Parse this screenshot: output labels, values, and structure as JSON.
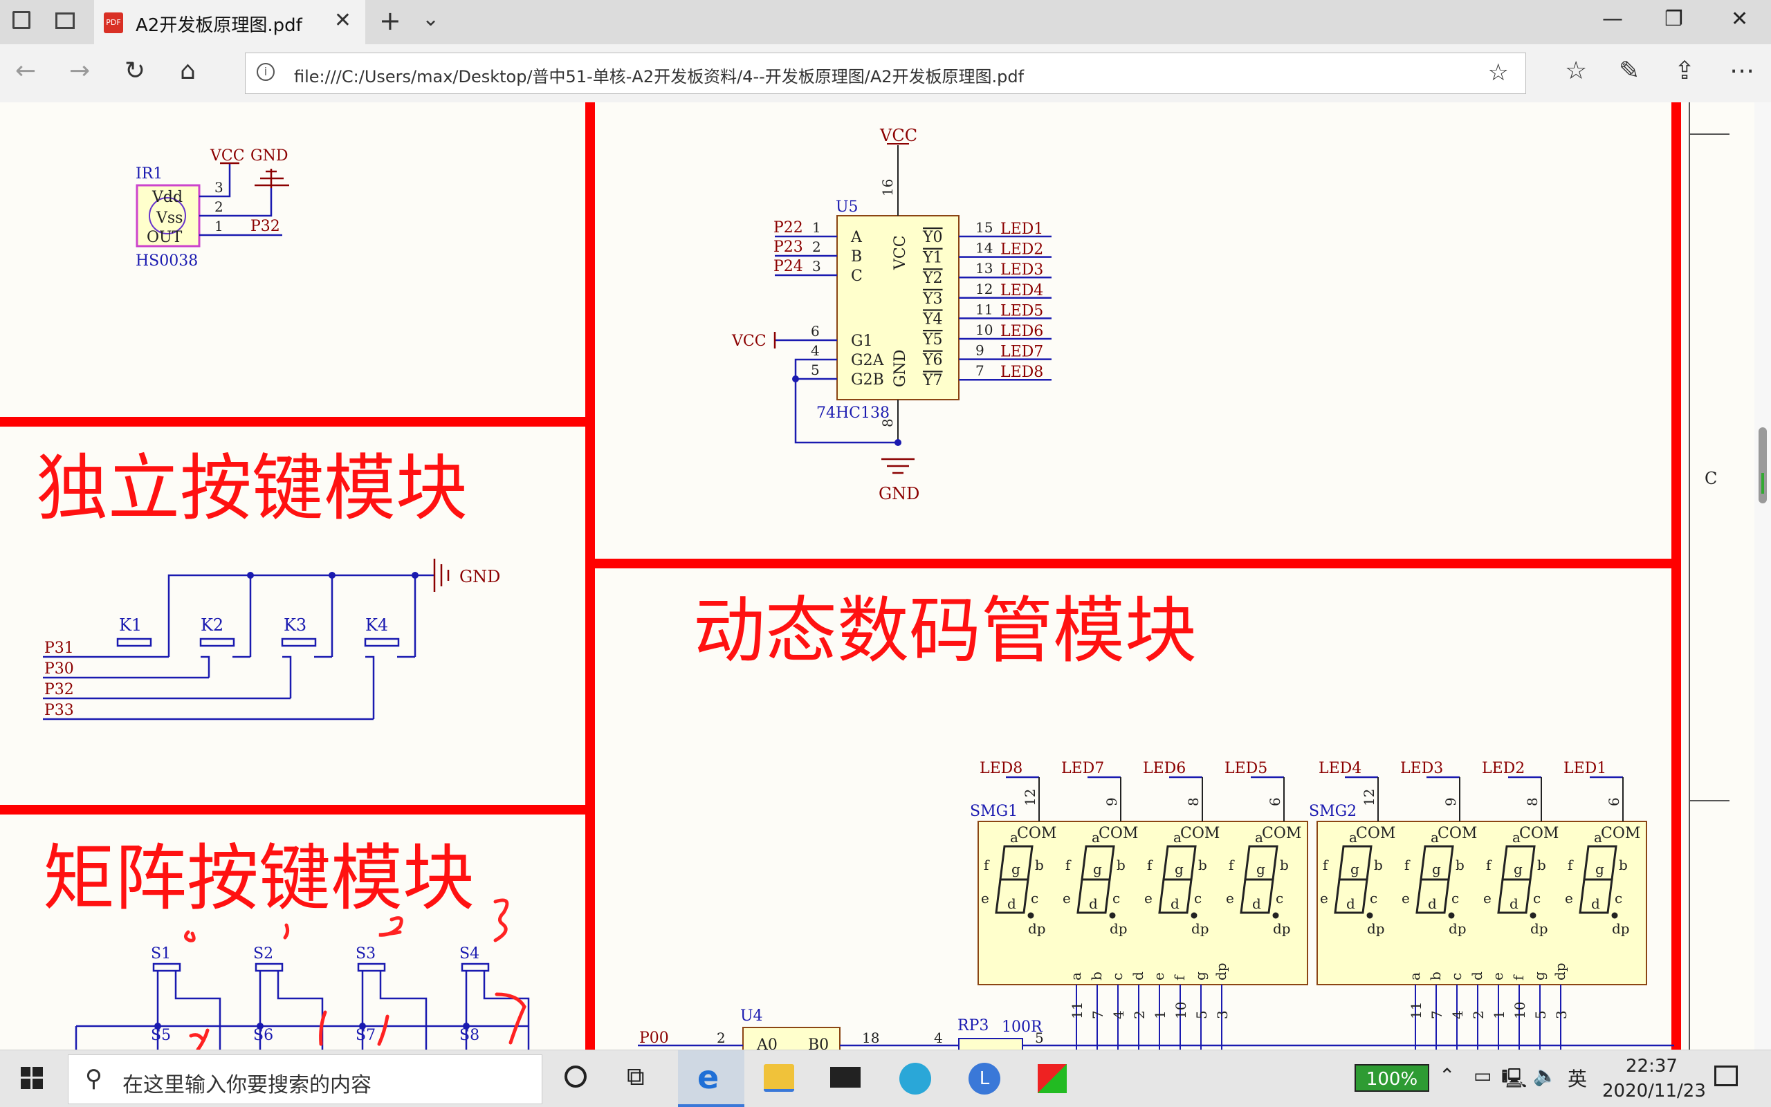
{
  "browser": {
    "tab_title": "A2开发板原理图.pdf",
    "url": "file:///C:/Users/max/Desktop/普中51-单核-A2开发板资料/4--开发板原理图/A2开发板原理图.pdf"
  },
  "schematic": {
    "headings": {
      "independent_keys": "独立按键模块",
      "matrix_keys": "矩阵按键模块",
      "dynamic_display": "动态数码管模块"
    },
    "ir": {
      "ref": "IR1",
      "part": "HS0038",
      "pins": [
        "Vdd",
        "Vss",
        "OUT"
      ],
      "pin_numbers": [
        "3",
        "2",
        "1"
      ],
      "vcc": "VCC",
      "gnd": "GND",
      "net": "P32"
    },
    "decoder": {
      "ref": "U5",
      "part": "74HC138",
      "vcc": "VCC",
      "gnd": "GND",
      "pin16": "16",
      "pin8": "8",
      "inputs": [
        {
          "net": "P22",
          "pin": "1",
          "name": "A"
        },
        {
          "net": "P23",
          "pin": "2",
          "name": "B"
        },
        {
          "net": "P24",
          "pin": "3",
          "name": "C"
        }
      ],
      "enables": [
        {
          "pin": "6",
          "name": "G1"
        },
        {
          "pin": "4",
          "name": "G2A"
        },
        {
          "pin": "5",
          "name": "G2B"
        }
      ],
      "vcc_in": "VCC",
      "vcc_label": "VCC",
      "gnd_label": "GND",
      "outputs": [
        {
          "name": "Y0",
          "pin": "15",
          "net": "LED1"
        },
        {
          "name": "Y1",
          "pin": "14",
          "net": "LED2"
        },
        {
          "name": "Y2",
          "pin": "13",
          "net": "LED3"
        },
        {
          "name": "Y3",
          "pin": "12",
          "net": "LED4"
        },
        {
          "name": "Y4",
          "pin": "11",
          "net": "LED5"
        },
        {
          "name": "Y5",
          "pin": "10",
          "net": "LED6"
        },
        {
          "name": "Y6",
          "pin": "9",
          "net": "LED7"
        },
        {
          "name": "Y7",
          "pin": "7",
          "net": "LED8"
        }
      ]
    },
    "keys": {
      "gnd": "GND",
      "switches": [
        "K1",
        "K2",
        "K3",
        "K4"
      ],
      "nets": [
        "P31",
        "P30",
        "P32",
        "P33"
      ]
    },
    "matrix": {
      "row1": [
        "S1",
        "S2",
        "S3",
        "S4"
      ],
      "row2": [
        "S5",
        "S6",
        "S7",
        "S8"
      ]
    },
    "display": {
      "groups": [
        {
          "ref": "SMG1",
          "leds": [
            "LED8",
            "LED7",
            "LED6",
            "LED5"
          ],
          "pins": [
            "12",
            "9",
            "8",
            "6"
          ]
        },
        {
          "ref": "SMG2",
          "leds": [
            "LED4",
            "LED3",
            "LED2",
            "LED1"
          ],
          "pins": [
            "12",
            "9",
            "8",
            "6"
          ]
        }
      ],
      "com": "COM",
      "segs_top": [
        "a",
        "f",
        "g",
        "b",
        "e",
        "d",
        "c",
        "dp"
      ],
      "seg_bottom": [
        "a",
        "b",
        "c",
        "d",
        "e",
        "f",
        "g",
        "dp"
      ],
      "seg_pins": [
        "11",
        "7",
        "4",
        "2",
        "1",
        "10",
        "5",
        "3"
      ],
      "u4": {
        "ref": "U4",
        "net": "P00",
        "pin_a": "2",
        "a0": "A0",
        "b0": "B0",
        "pin_b": "18"
      },
      "rp3": {
        "ref": "RP3",
        "value": "100R",
        "pin4": "4",
        "pin5": "5"
      }
    },
    "border_letter": "C"
  },
  "taskbar": {
    "search_placeholder": "在这里输入你要搜索的内容",
    "battery": "100%",
    "ime": "英",
    "time": "22:37",
    "date": "2020/11/23"
  }
}
